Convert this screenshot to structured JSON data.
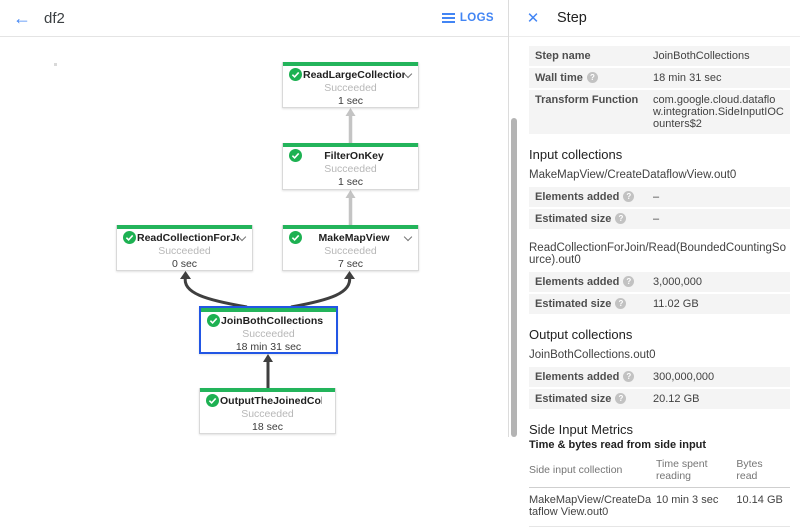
{
  "topbar": {
    "title": "df2",
    "logs_label": "LOGS"
  },
  "icons": {
    "back_arrow": "←",
    "close": "✕"
  },
  "colors": {
    "green": "#23b45b",
    "accent_blue": "#4285f4",
    "selected_border": "#2256e4",
    "edge_gray": "#c4c4c4",
    "edge_dark": "#3f3f3f"
  },
  "graph": {
    "nodes": [
      {
        "title": "ReadLargeCollectionFr...",
        "status": "Succeeded",
        "time": "1 sec"
      },
      {
        "title": "FilterOnKey",
        "status": "Succeeded",
        "time": "1 sec"
      },
      {
        "title": "ReadCollectionForJoin",
        "status": "Succeeded",
        "time": "0 sec"
      },
      {
        "title": "MakeMapView",
        "status": "Succeeded",
        "time": "7 sec"
      },
      {
        "title": "JoinBothCollections",
        "status": "Succeeded",
        "time": "18 min 31 sec"
      },
      {
        "title": "OutputTheJoinedCollec...",
        "status": "Succeeded",
        "time": "18 sec"
      }
    ]
  },
  "panel": {
    "title": "Step",
    "details": [
      {
        "label": "Step name",
        "value": "JoinBothCollections"
      },
      {
        "label": "Wall time",
        "value": "18 min 31 sec"
      },
      {
        "label": "Transform Function",
        "value": "com.google.cloud.dataflow.integration.SideInputIOCounters$2"
      }
    ],
    "input_heading": "Input collections",
    "input_collections": [
      {
        "name": "MakeMapView/CreateDataflowView.out0",
        "rows": [
          {
            "label": "Elements added",
            "value": "–"
          },
          {
            "label": "Estimated size",
            "value": "–"
          }
        ]
      },
      {
        "name": "ReadCollectionForJoin/Read(BoundedCountingSource).out0",
        "rows": [
          {
            "label": "Elements added",
            "value": "3,000,000"
          },
          {
            "label": "Estimated size",
            "value": "11.02 GB"
          }
        ]
      }
    ],
    "output_heading": "Output collections",
    "output_collections": [
      {
        "name": "JoinBothCollections.out0",
        "rows": [
          {
            "label": "Elements added",
            "value": "300,000,000"
          },
          {
            "label": "Estimated size",
            "value": "20.12 GB"
          }
        ]
      }
    ],
    "side_input": {
      "heading": "Side Input Metrics",
      "subheading": "Time & bytes read from side input",
      "columns": [
        "Side input collection",
        "Time spent reading",
        "Bytes read"
      ],
      "rows": [
        {
          "collection": "MakeMapView/CreateDataflow View.out0",
          "time": "10 min 3 sec",
          "bytes": "10.14 GB"
        }
      ]
    }
  }
}
